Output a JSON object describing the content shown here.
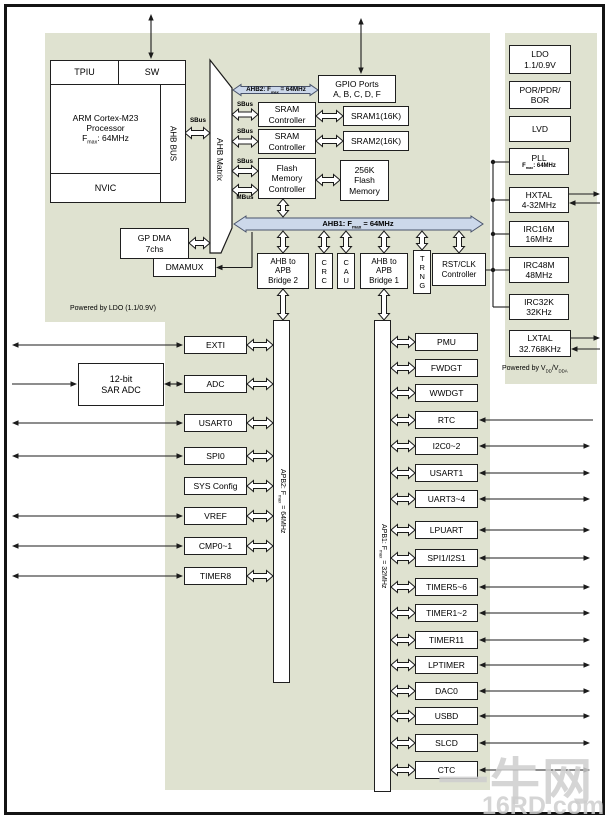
{
  "watermark": {
    "line1": "一牛网",
    "line2": "16RD.com"
  },
  "colors": {
    "diagram_bg": "#dfe2d0",
    "bus_fill": "#ccd8ea",
    "box_border": "#1f1f1f"
  },
  "cpu": {
    "tpiu": "TPIU",
    "sw": "SW",
    "core_line1": "ARM Cortex-M23",
    "core_line2": "Processor",
    "fmax_p1": "F",
    "fmax_sub": "max",
    "fmax_p2": ": 64MHz",
    "nvic": "NVIC",
    "ahb_bus_label": "AHB BUS",
    "sbus_label": "SBus"
  },
  "matrix_label": "AHB Matrix",
  "buses": {
    "ahb2": {
      "p1": "AHB2: F",
      "sub": "max",
      "p2": " = 64MHz"
    },
    "ahb1": {
      "p1": "AHB1: F",
      "sub": "max",
      "p2": " = 64MHz"
    },
    "apb2": {
      "p1": "APB2: F",
      "sub": "max",
      "p2": " = 64MHz"
    },
    "apb1": {
      "p1": "APB1: F",
      "sub": "max",
      "p2": " = 32MHz"
    },
    "sbus1": "SBus",
    "sbus2": "SBus",
    "sbus3": "SBus",
    "mbus": "MBus"
  },
  "memory": {
    "sram_controller1": "SRAM\nController",
    "sram1": "SRAM1(16K)",
    "sram_controller2": "SRAM\nController",
    "sram2": "SRAM2(16K)",
    "flash_controller": "Flash\nMemory\nController",
    "flash": "256K\nFlash\nMemory"
  },
  "gpio": "GPIO Ports\nA, B, C, D, F",
  "dma": {
    "gp_dma": "GP DMA\n7chs",
    "dmamux": "DMAMUX"
  },
  "bridges": {
    "bridge2": "AHB to\nAPB\nBridge 2",
    "crc": "CRC",
    "cau": "CAU",
    "bridge1": "AHB to\nAPB\nBridge 1",
    "trng": "TRNG",
    "rst_clk": "RST/CLK\nController"
  },
  "power_notes": {
    "left": "Powered by LDO (1.1/0.9V)",
    "right_p1": "Powered by V",
    "right_s1": "DD",
    "right_p2": "/V",
    "right_s2": "DDA"
  },
  "clocks": {
    "ldo": "LDO\n1.1/0.9V",
    "por": "POR/PDR/\nBOR",
    "lvd": "LVD",
    "pll_line1": "PLL",
    "pll_p1": "F",
    "pll_sub": "max",
    "pll_p2": ": 64MHz",
    "hxtal": "HXTAL\n4-32MHz",
    "irc16m": "IRC16M\n16MHz",
    "irc48m": "IRC48M\n48MHz",
    "irc32k": "IRC32K\n32KHz",
    "lxtal": "LXTAL\n32.768KHz"
  },
  "analog": {
    "sar_adc": "12-bit\nSAR ADC"
  },
  "apb2_peripherals": [
    {
      "label": "EXTI"
    },
    {
      "label": "ADC"
    },
    {
      "label": "USART0"
    },
    {
      "label": "SPI0"
    },
    {
      "label": "SYS Config"
    },
    {
      "label": "VREF"
    },
    {
      "label": "CMP0~1"
    },
    {
      "label": "TIMER8"
    }
  ],
  "apb1_peripherals": [
    {
      "label": "PMU"
    },
    {
      "label": "FWDGT"
    },
    {
      "label": "WWDGT"
    },
    {
      "label": "RTC"
    },
    {
      "label": "I2C0~2"
    },
    {
      "label": "USART1"
    },
    {
      "label": "UART3~4"
    },
    {
      "label": "LPUART"
    },
    {
      "label": "SPI1/I2S1"
    },
    {
      "label": "TIMER5~6"
    },
    {
      "label": "TIMER1~2"
    },
    {
      "label": "TIMER11"
    },
    {
      "label": "LPTIMER"
    },
    {
      "label": "DAC0"
    },
    {
      "label": "USBD"
    },
    {
      "label": "SLCD"
    },
    {
      "label": "CTC"
    }
  ]
}
